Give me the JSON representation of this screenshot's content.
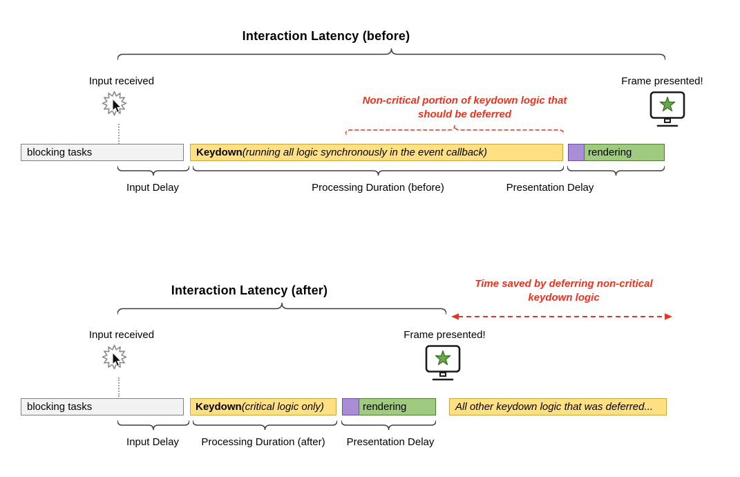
{
  "colors": {
    "red": "#e8331d",
    "gray_fill": "#f2f2f2",
    "gray_border": "#7f7f7f",
    "yellow_fill": "#ffe083",
    "yellow_border": "#c9a53f",
    "purple_fill": "#a98ed6",
    "purple_border": "#674ea7",
    "green_fill": "#9fca80",
    "green_border": "#4c7a2e",
    "star_green": "#6aa84f",
    "star_green_dark": "#38761d",
    "brace": "#3d3d3d"
  },
  "before": {
    "title": "Interaction Latency (before)",
    "input_received": "Input received",
    "frame_presented": "Frame presented!",
    "annotation": "Non-critical portion of keydown logic that should be deferred",
    "bars": {
      "blocking": "blocking tasks",
      "keydown_bold": "Keydown",
      "keydown_rest": " (running all logic synchronously in the event callback)",
      "rendering": "rendering"
    },
    "labels": {
      "input_delay": "Input Delay",
      "processing": "Processing Duration (before)",
      "presentation": "Presentation Delay"
    }
  },
  "after": {
    "title": "Interaction Latency (after)",
    "annotation": "Time saved by deferring non-critical keydown logic",
    "input_received": "Input received",
    "frame_presented": "Frame presented!",
    "bars": {
      "blocking": "blocking tasks",
      "keydown_bold": "Keydown",
      "keydown_rest": " (critical logic only)",
      "rendering": "rendering",
      "deferred": "All other keydown logic that was deferred..."
    },
    "labels": {
      "input_delay": "Input Delay",
      "processing": "Processing Duration (after)",
      "presentation": "Presentation Delay"
    }
  }
}
